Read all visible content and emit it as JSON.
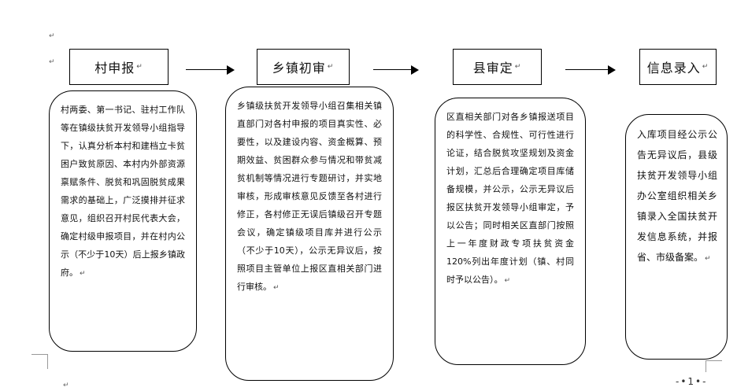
{
  "headings": {
    "cun": "村申报",
    "xiang": "乡镇初审",
    "xian": "县审定",
    "xinxi": "信息录入"
  },
  "boxes": {
    "cun": "村两委、第一书记、驻村工作队等在镇级扶贫开发领导小组指导下，认真分析本村和建档立卡贫困户致贫原因、本村内外部资源禀赋条件、脱贫和巩固脱贫成果需求的基础上，广泛摸排并征求意见，组织召开村民代表大会，确定村级申报项目，并在村内公示（不少于10天）后上报乡镇政府。",
    "xiang": "乡镇级扶贫开发领导小组召集相关镇直部门对各村申报的项目真实性、必要性，以及建设内容、资金概算、预期效益、贫困群众参与情况和带贫减贫机制等情况进行专题研讨，并实地审核，形成审核意见反馈至各村进行修正，各村修正无误后镇级召开专题会议，确定镇级项目库并进行公示（不少于10天），公示无异议后，按照项目主管单位上报区直相关部门进行审核。",
    "xian": "区直相关部门对各乡镇报送项目的科学性、合规性、可行性进行论证，结合脱贫攻坚规划及资金计划，汇总后合理确定项目库储备规模，并公示，公示无异议后报区扶贫开发领导小组审定，予以公告；同时相关区直部门按照上一年度财政专项扶贫资金120%列出年度计划（镇、村同时予以公告）。",
    "xinxi": "入库项目经公示公告无异议后，县级扶贫开发领导小组办公室组织相关乡镇录入全国扶贫开发信息系统，并报省、市级备案。"
  },
  "marks": {
    "paragraph": "↵"
  },
  "page_number": "-•1•-"
}
